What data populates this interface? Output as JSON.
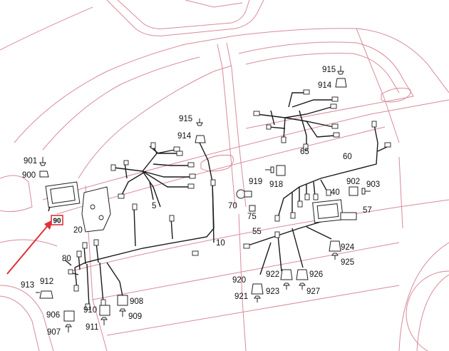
{
  "diagram": {
    "highlight_label": "90",
    "colors": {
      "body_outline": "#d98a9a",
      "wiring": "#1a1a1a",
      "highlight": "#e0303a",
      "background": "#ffffff"
    },
    "labels": {
      "l901": "901",
      "l900": "900",
      "l915a": "915",
      "l914a": "914",
      "l915b": "915",
      "l914b": "914",
      "l65": "65",
      "l60": "60",
      "l919": "919",
      "l918": "918",
      "l902": "902",
      "l903": "903",
      "l40": "40",
      "l70": "70",
      "l75": "75",
      "l57": "57",
      "l20": "20",
      "l5": "5",
      "l10": "10",
      "l55": "55",
      "l924": "924",
      "l925": "925",
      "l920": "920",
      "l921": "921",
      "l922": "922",
      "l923": "923",
      "l926": "926",
      "l927": "927",
      "l80": "80",
      "l912": "912",
      "l913": "913",
      "l906": "906",
      "l907": "907",
      "l910": "910",
      "l911": "911",
      "l908": "908",
      "l909": "909"
    }
  }
}
